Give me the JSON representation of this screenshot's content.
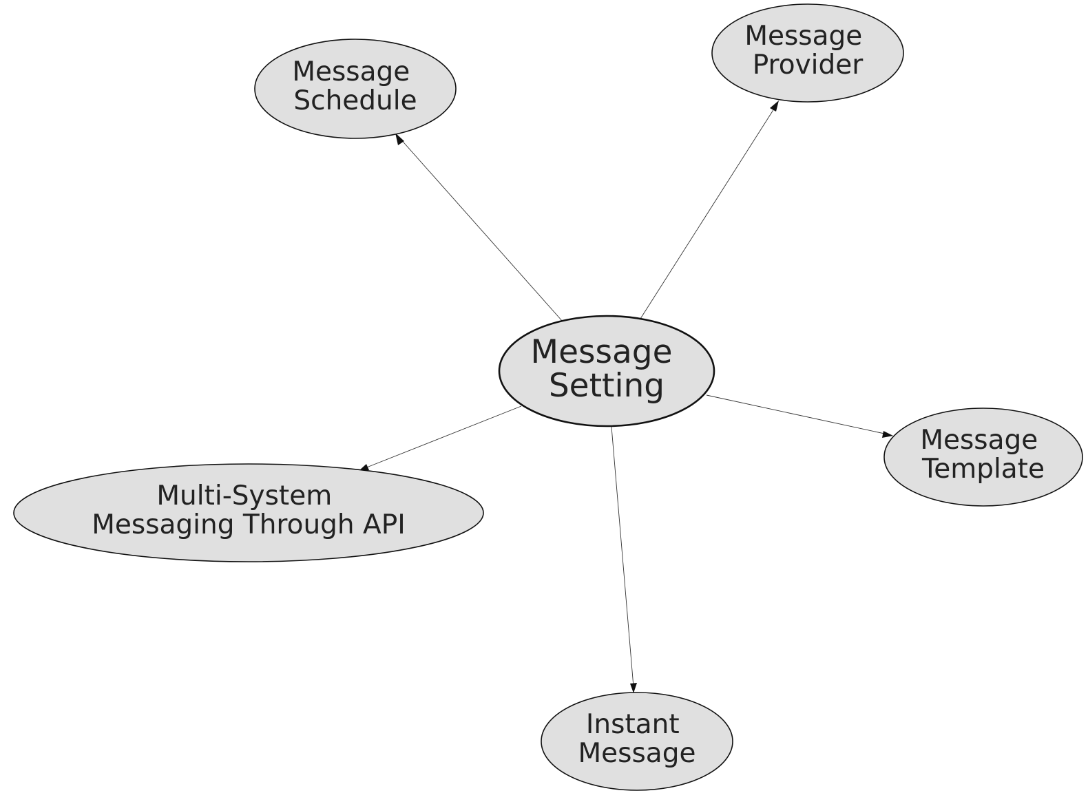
{
  "diagram": {
    "center": {
      "id": "message-setting",
      "lines": [
        "Message",
        "Setting"
      ]
    },
    "nodes": [
      {
        "id": "message-schedule",
        "lines": [
          "Message",
          "Schedule"
        ]
      },
      {
        "id": "message-provider",
        "lines": [
          "Message",
          "Provider"
        ]
      },
      {
        "id": "message-template",
        "lines": [
          "Message",
          "Template"
        ]
      },
      {
        "id": "instant-message",
        "lines": [
          "Instant",
          "Message"
        ]
      },
      {
        "id": "multi-system-messaging",
        "lines": [
          "Multi-System",
          "Messaging Through API"
        ]
      }
    ],
    "edges": [
      {
        "from": "message-setting",
        "to": "message-schedule"
      },
      {
        "from": "message-setting",
        "to": "message-provider"
      },
      {
        "from": "message-setting",
        "to": "message-template"
      },
      {
        "from": "message-setting",
        "to": "instant-message"
      },
      {
        "from": "message-setting",
        "to": "multi-system-messaging"
      }
    ],
    "colors": {
      "node_fill": "#e0e0e0",
      "node_stroke": "#111111",
      "edge": "#333333",
      "text": "#222222"
    }
  }
}
